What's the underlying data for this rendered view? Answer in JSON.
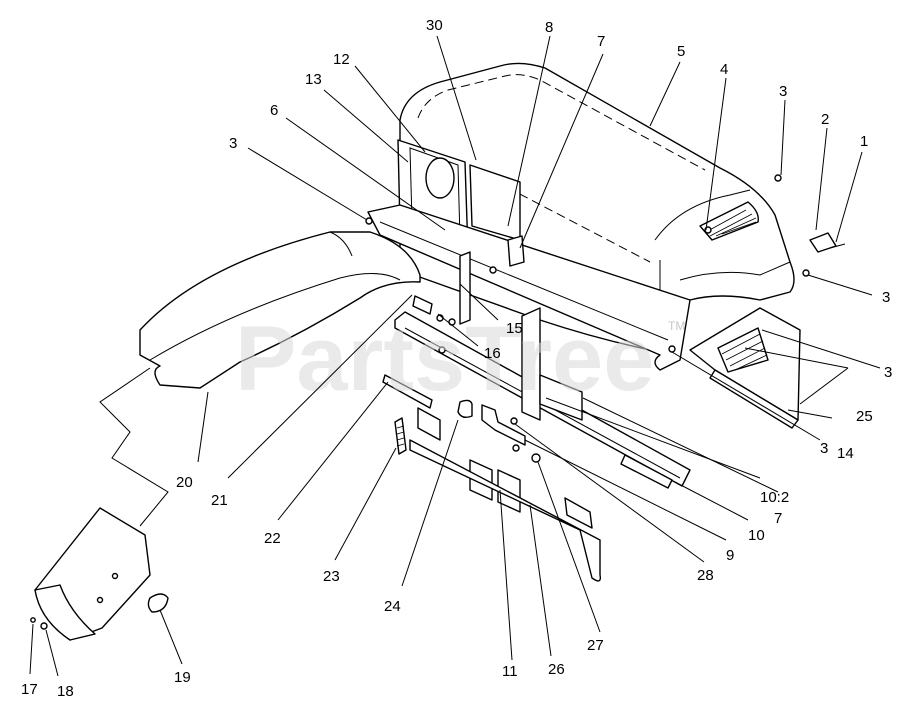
{
  "watermark": {
    "text": "PartsTree",
    "trademark": "TM"
  },
  "callouts": [
    {
      "id": "c1",
      "label": "1"
    },
    {
      "id": "c2",
      "label": "2"
    },
    {
      "id": "c3a",
      "label": "3"
    },
    {
      "id": "c3b",
      "label": "3"
    },
    {
      "id": "c3c",
      "label": "3"
    },
    {
      "id": "c3d",
      "label": "3"
    },
    {
      "id": "c3e",
      "label": "3"
    },
    {
      "id": "c4",
      "label": "4"
    },
    {
      "id": "c5",
      "label": "5"
    },
    {
      "id": "c6",
      "label": "6"
    },
    {
      "id": "c7a",
      "label": "7"
    },
    {
      "id": "c7b",
      "label": "7"
    },
    {
      "id": "c8",
      "label": "8"
    },
    {
      "id": "c9",
      "label": "9"
    },
    {
      "id": "c10",
      "label": "10"
    },
    {
      "id": "c10_2",
      "label": "10:2"
    },
    {
      "id": "c11",
      "label": "11"
    },
    {
      "id": "c12",
      "label": "12"
    },
    {
      "id": "c13",
      "label": "13"
    },
    {
      "id": "c14",
      "label": "14"
    },
    {
      "id": "c15",
      "label": "15"
    },
    {
      "id": "c16",
      "label": "16"
    },
    {
      "id": "c17",
      "label": "17"
    },
    {
      "id": "c18",
      "label": "18"
    },
    {
      "id": "c19",
      "label": "19"
    },
    {
      "id": "c20",
      "label": "20"
    },
    {
      "id": "c21",
      "label": "21"
    },
    {
      "id": "c22",
      "label": "22"
    },
    {
      "id": "c23",
      "label": "23"
    },
    {
      "id": "c24",
      "label": "24"
    },
    {
      "id": "c25",
      "label": "25"
    },
    {
      "id": "c26",
      "label": "26"
    },
    {
      "id": "c27",
      "label": "27"
    },
    {
      "id": "c28",
      "label": "28"
    },
    {
      "id": "c30",
      "label": "30"
    }
  ]
}
